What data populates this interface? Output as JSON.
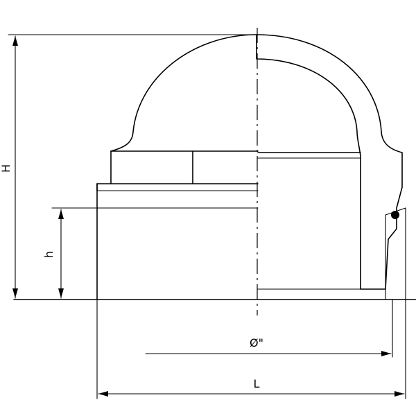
{
  "labels": {
    "height_total": "H",
    "height_thread": "h",
    "diameter": "Ø\"",
    "length": "L"
  }
}
